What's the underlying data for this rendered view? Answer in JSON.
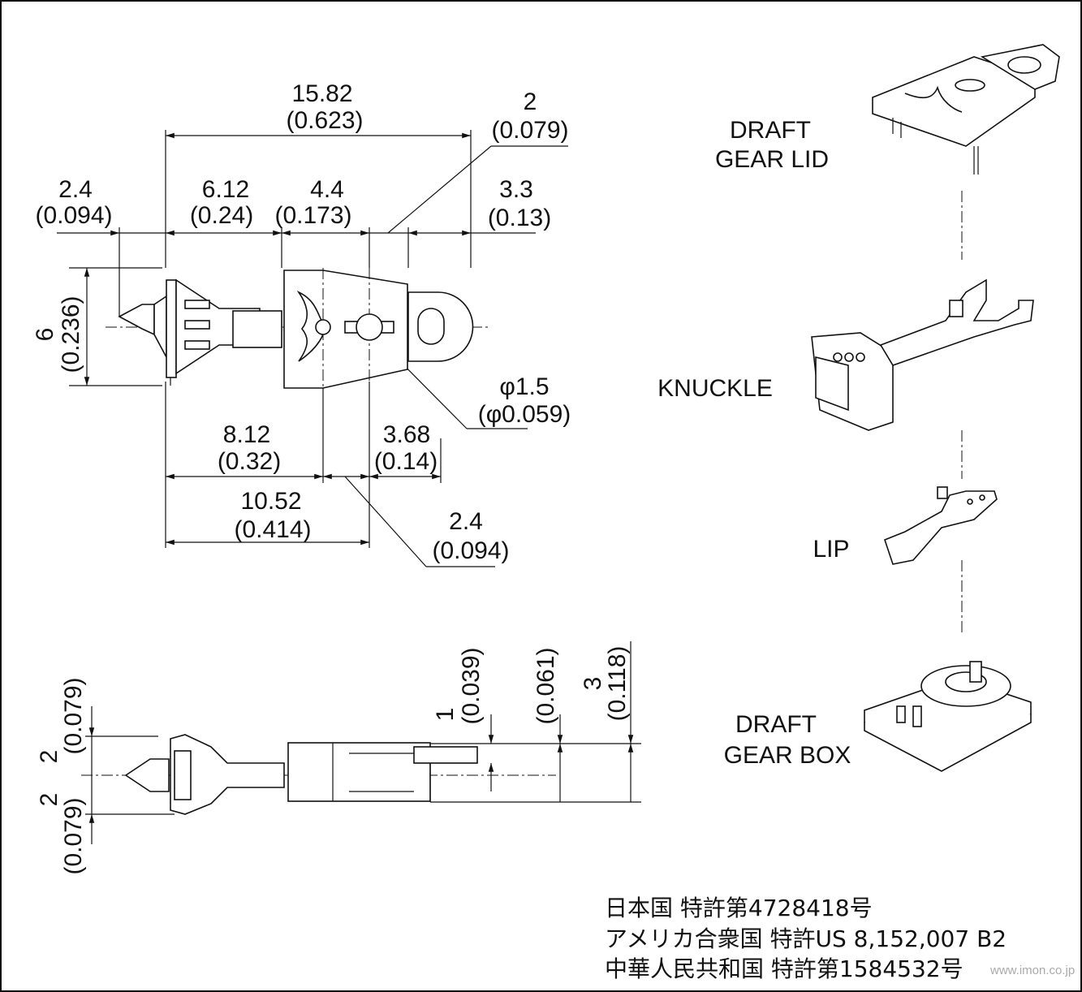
{
  "dimensions": {
    "overall_length": {
      "mm": "15.82",
      "in": "(0.623)"
    },
    "tip_to_flange": {
      "mm": "2.4",
      "in": "(0.094)"
    },
    "flange_to_box": {
      "mm": "6.12",
      "in": "(0.24)"
    },
    "box_to_mid": {
      "mm": "4.4",
      "in": "(0.173)"
    },
    "neck": {
      "mm": "2",
      "in": "(0.079)"
    },
    "tail": {
      "mm": "3.3",
      "in": "(0.13)"
    },
    "height": {
      "mm": "6",
      "in": "(0.236)"
    },
    "pin": {
      "mm": "φ1.5",
      "in": "(φ0.059)"
    },
    "to_pin_axis": {
      "mm": "8.12",
      "in": "(0.32)"
    },
    "pin_to_end": {
      "mm": "3.68",
      "in": "(0.14)"
    },
    "to_box_end": {
      "mm": "10.52",
      "in": "(0.414)"
    },
    "gap": {
      "mm": "2.4",
      "in": "(0.094)"
    },
    "side_top": {
      "mm": "2",
      "in": "(0.079)"
    },
    "side_bottom": {
      "mm": "2",
      "in": "(0.079)"
    },
    "shank_1": {
      "mm": "1",
      "in": "(0.039)"
    },
    "shank_2": {
      "in": "(0.061)"
    },
    "shank_3": {
      "mm": "3",
      "in": "(0.118)"
    }
  },
  "parts": {
    "draft_gear_lid": [
      "DRAFT",
      "GEAR LID"
    ],
    "knuckle": "KNUCKLE",
    "lip": "LIP",
    "draft_gear_box": [
      "DRAFT",
      "GEAR BOX"
    ]
  },
  "patents": [
    "日本国 特許第4728418号",
    "アメリカ合衆国 特許US 8,152,007 B2",
    "中華人民共和国 特許第1584532号"
  ],
  "watermark": "www.imon.co.jp"
}
